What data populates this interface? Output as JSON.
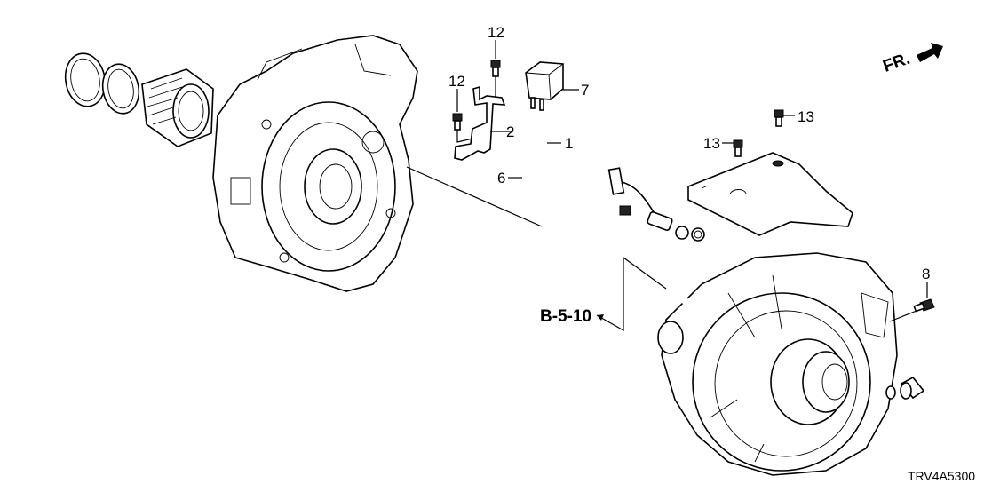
{
  "diagram": {
    "front_indicator": "FR.",
    "reference": "B-5-10",
    "diagram_code": "TRV4A5300",
    "callouts": [
      {
        "id": "c1",
        "label": "1"
      },
      {
        "id": "c2",
        "label": "2"
      },
      {
        "id": "c6",
        "label": "6"
      },
      {
        "id": "c7",
        "label": "7"
      },
      {
        "id": "c8",
        "label": "8"
      },
      {
        "id": "c12a",
        "label": "12"
      },
      {
        "id": "c12b",
        "label": "12"
      },
      {
        "id": "c13a",
        "label": "13"
      },
      {
        "id": "c13b",
        "label": "13"
      }
    ],
    "parts": [
      {
        "icon": "o-ring-icon"
      },
      {
        "icon": "gear-icon"
      },
      {
        "icon": "transmission-case-icon"
      },
      {
        "icon": "bracket-icon"
      },
      {
        "icon": "bolt-icon"
      },
      {
        "icon": "solenoid-valve-icon"
      },
      {
        "icon": "hose-icon"
      },
      {
        "icon": "sensor-icon"
      },
      {
        "icon": "cover-plate-icon"
      },
      {
        "icon": "motor-housing-icon"
      },
      {
        "icon": "drain-plug-icon"
      }
    ]
  }
}
